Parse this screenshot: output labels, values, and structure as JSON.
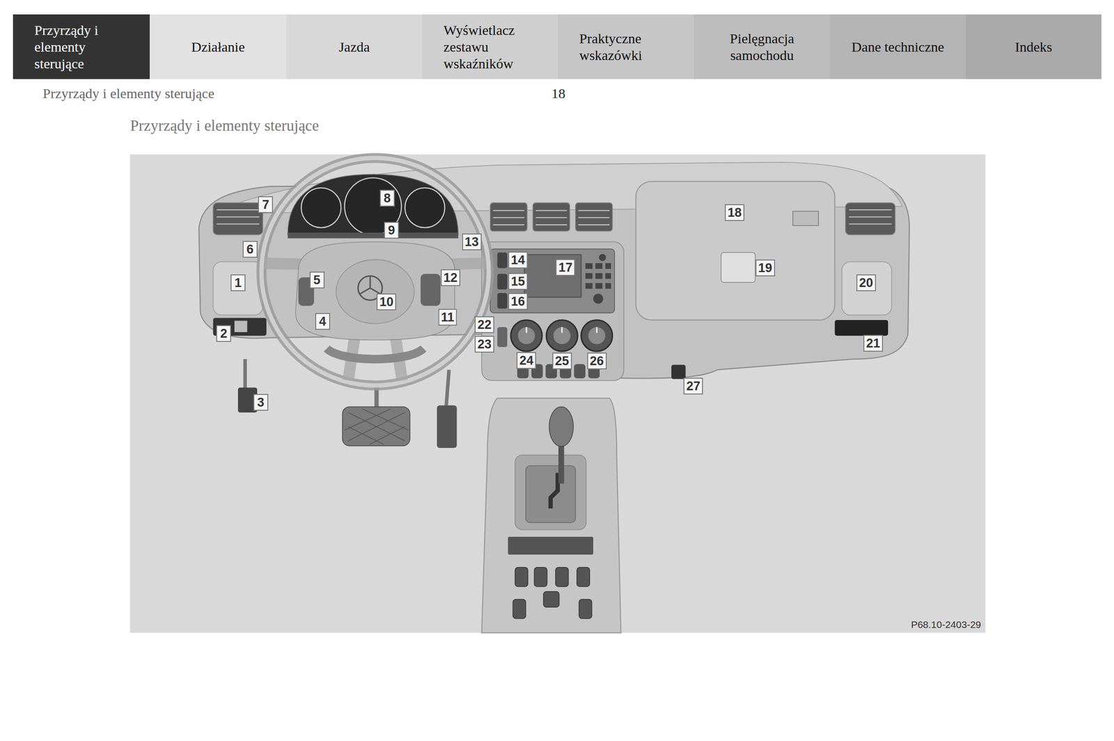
{
  "diagram": {
    "title": "Przyrządy i elementy sterujące",
    "nodes": [
      {
        "text": [
          "Przyrządy i elementy sterujące"
        ]
      },
      {
        "text": [
          "Działanie"
        ]
      },
      {
        "text": [
          "Jazda"
        ]
      },
      {
        "text": [
          "Wyświetlacz zestawu wskaźników"
        ]
      },
      {
        "text": [
          "Praktyczne wskazówki"
        ]
      },
      {
        "text": [
          "Pielęgnacja samochodu"
        ]
      },
      {
        "text": [
          "Dane techniczne"
        ]
      },
      {
        "text": [
          "Indeks"
        ]
      }
    ],
    "labels": [
      "Przyrządy i elementy sterujące",
      "18",
      "1",
      "2",
      "3",
      "4",
      "5",
      "6",
      "7",
      "8",
      "9",
      "10",
      "11",
      "12",
      "13",
      "14",
      "15",
      "16",
      "17",
      "18",
      "19",
      "20",
      "21",
      "22",
      "23",
      "24",
      "25",
      "26",
      "27",
      "P68.10-2403-29"
    ]
  }
}
